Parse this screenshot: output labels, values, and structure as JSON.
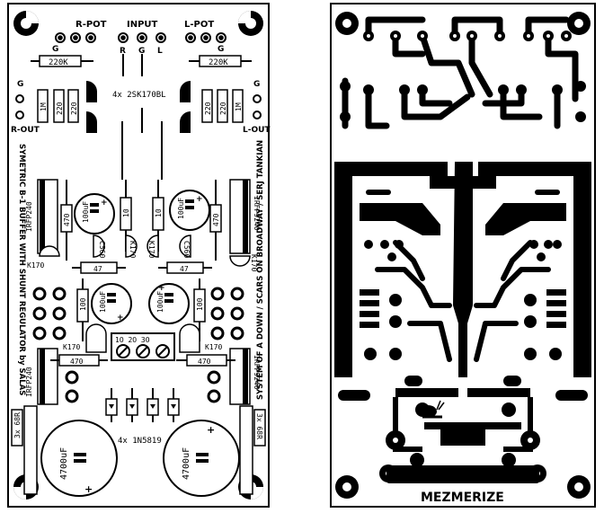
{
  "silkscreen": {
    "r_pot": "R-POT",
    "input": "INPUT",
    "l_pot": "L-POT",
    "in_r": "R",
    "in_g": "G",
    "in_l": "L",
    "g_left_pot": "G",
    "g_right_pot": "G",
    "g_out_left": "G",
    "g_out_right": "G",
    "r_out": "R-OUT",
    "l_out": "L-OUT",
    "res_220k_left": "220K",
    "res_220k_right": "220K",
    "jfet_note": "4x 2SK170BL",
    "res_1m_left": "1M",
    "res_220_left_a": "220",
    "res_220_left_b": "220",
    "res_220_right_a": "220",
    "res_220_right_b": "220",
    "res_1m_right": "1M",
    "side_left": "SYMETRIC B-1 BUFFER WITH SHUNT REGULATOR by SALAS",
    "side_right": "SYSTEM OF A DOWN / SCARS ON BROADWAY / SERJ TANKIAN",
    "irf_tl": "IRFP240",
    "irf_tr": "IRFP9240",
    "irf_bl": "IRFP240",
    "irf_br": "IRFP9240",
    "res_470_a": "470",
    "cap_100uf_a": "100uF",
    "res_10_a": "10",
    "res_10_b": "10",
    "cap_100uf_b": "100uF",
    "res_470_b": "470",
    "c560_l": "C560",
    "c560_r": "C560",
    "k170_a": "K170",
    "k170_b": "K170",
    "k170_c": "K170",
    "k170_d": "K170",
    "res_47_l": "47",
    "res_47_r": "47",
    "res_100_l": "100",
    "cap_100uf_c": "100uF",
    "cap_100uf_d": "100uF",
    "res_100_r": "100",
    "k170_e": "K170",
    "k170_f": "K170",
    "terminal_labels": "1O 2O 3O",
    "res_470_c": "470",
    "res_470_d": "470",
    "res_68r_l": "3x 68R",
    "res_68r_r": "3x 68R",
    "diode_note": "4x 1N5819",
    "cap_4700_l": "4700uF",
    "cap_4700_r": "4700uF",
    "plus": "+",
    "copper_title": "MEZMERIZE"
  }
}
